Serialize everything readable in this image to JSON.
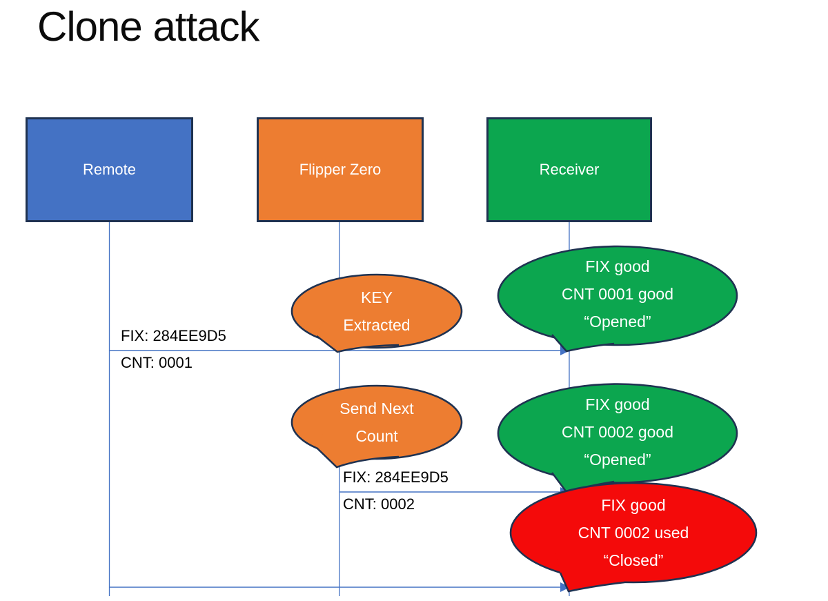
{
  "title": "Clone attack",
  "colors": {
    "blue": "#4472C4",
    "orange": "#ED7D31",
    "green": "#0CA64F",
    "red": "#F40A0A",
    "outline": "#1F3251",
    "line": "#4472C4",
    "text_light": "#FFFFFF",
    "text_dark": "#000000"
  },
  "actors": {
    "remote": {
      "label": "Remote"
    },
    "flipper": {
      "label": "Flipper Zero"
    },
    "receiver": {
      "label": "Receiver"
    }
  },
  "bubbles": {
    "key_extracted": {
      "lines": [
        "KEY",
        "Extracted"
      ]
    },
    "opened_1": {
      "lines": [
        "FIX good",
        "CNT 0001 good",
        "“Opened”"
      ]
    },
    "send_next": {
      "lines": [
        "Send Next",
        "Count"
      ]
    },
    "opened_2": {
      "lines": [
        "FIX good",
        "CNT 0002 good",
        "“Opened”"
      ]
    },
    "closed": {
      "lines": [
        "FIX good",
        "CNT 0002 used",
        "“Closed”"
      ]
    }
  },
  "messages": {
    "msg1": {
      "fix": "FIX: 284EE9D5",
      "cnt": "CNT: 0001"
    },
    "msg2": {
      "fix": "FIX: 284EE9D5",
      "cnt": "CNT: 0002"
    }
  }
}
